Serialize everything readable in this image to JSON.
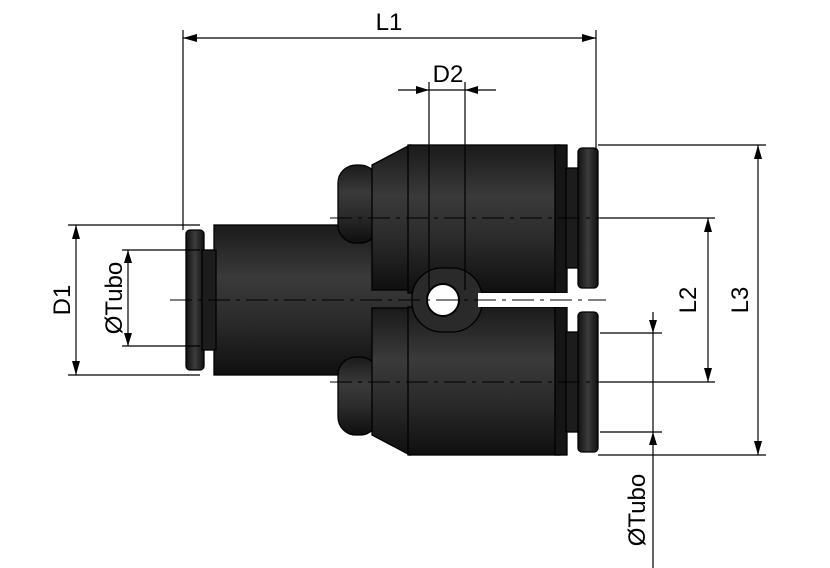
{
  "labels": {
    "l1": "L1",
    "d2": "D2",
    "d1": "D1",
    "tubo_left": "ØTubo",
    "l2": "L2",
    "l3": "L3",
    "tubo_bottom": "ØTubo"
  },
  "colors": {
    "background": "#ffffff",
    "body": "#2b2b2b",
    "body_dark": "#111111",
    "body_light": "#4a4a4a",
    "lines": "#000000"
  }
}
